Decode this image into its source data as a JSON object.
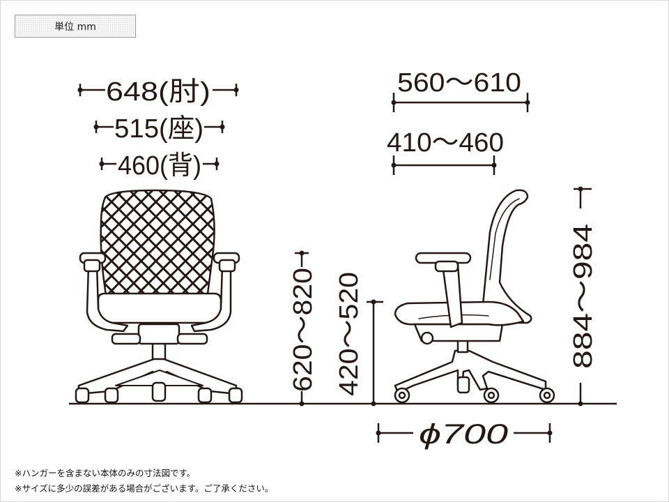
{
  "unit_label": "単位 mm",
  "dimensions": {
    "width_armrest": "648(肘)",
    "width_seat": "515(座)",
    "width_back": "460(背)",
    "depth_max": "560〜610",
    "depth_seat": "410〜460",
    "armrest_height": "620〜820",
    "seat_height": "420〜520",
    "overall_height": "884〜984",
    "base_diameter": "ϕ700"
  },
  "notes": [
    "※ハンガーを含まない本体のみの寸法図です。",
    "※サイズに多少の誤差がある場合がございます。ご了承ください。"
  ],
  "colors": {
    "ink": "#231815",
    "background": "#ffffff"
  }
}
